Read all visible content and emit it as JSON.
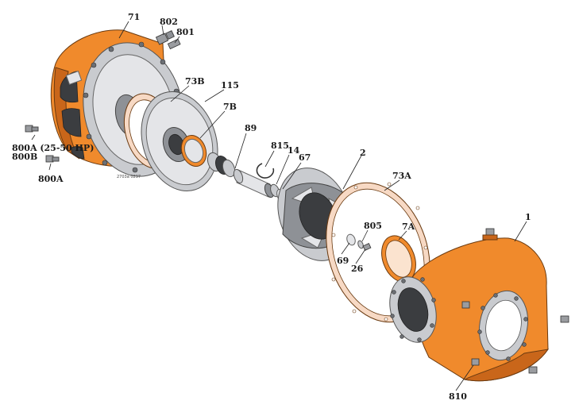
{
  "labels": {
    "p71": "71",
    "p802": "802",
    "p801": "801",
    "p73b": "73B",
    "p115": "115",
    "p7b": "7B",
    "p89": "89",
    "p815": "815",
    "p14": "14",
    "p67": "67",
    "p2": "2",
    "p73a": "73A",
    "p805": "805",
    "p7a": "7A",
    "p69": "69",
    "p26": "26",
    "p1": "1",
    "p810": "810",
    "p800a_hp": "800A (25-50 HP)",
    "p800b": "800B",
    "p800a": "800A"
  },
  "drawing_number": "2703a 0297",
  "colors": {
    "casting": "#f08a2c",
    "gasket": "#f7d9c4",
    "metal": "#c9cbcf"
  }
}
